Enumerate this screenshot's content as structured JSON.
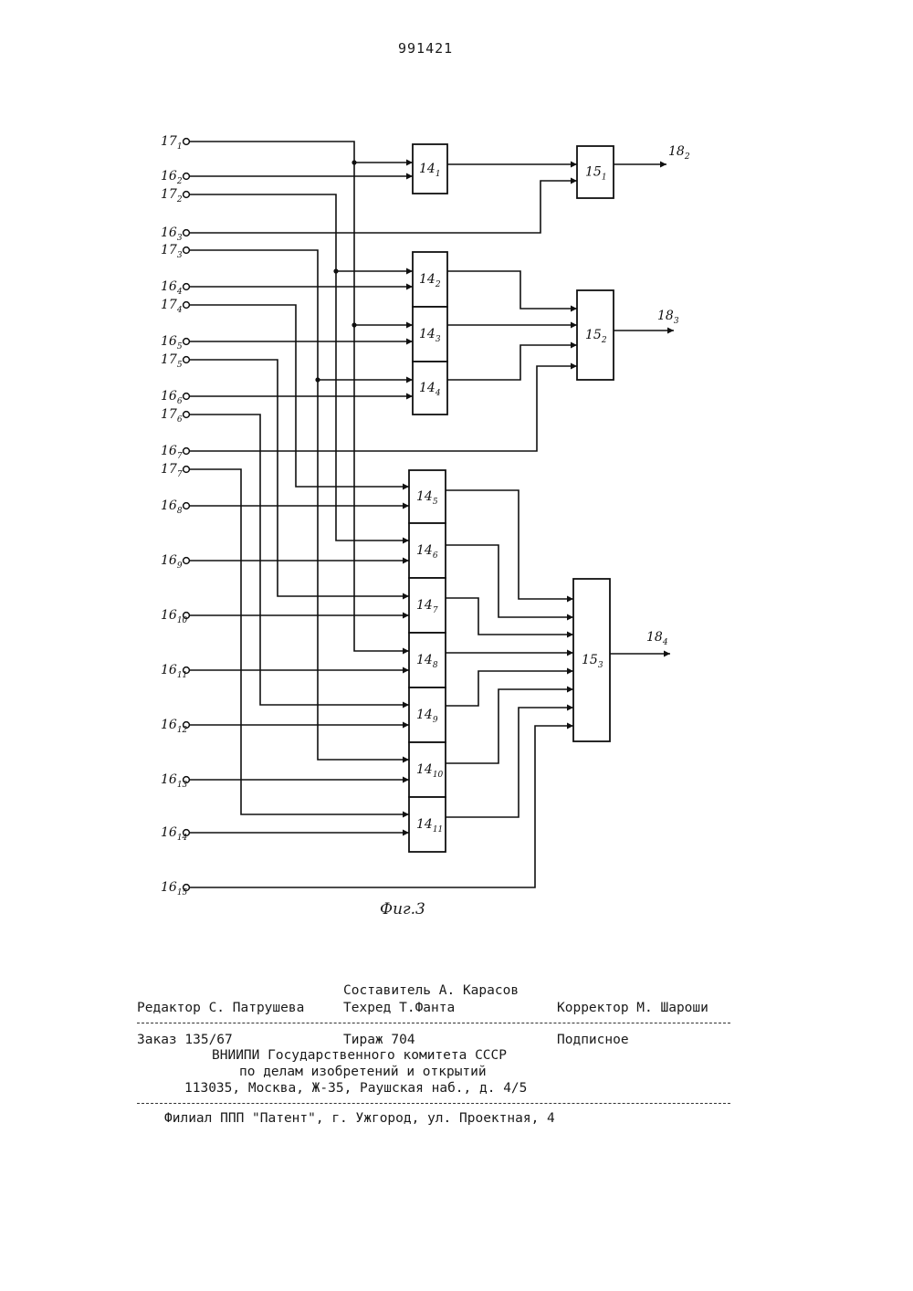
{
  "header": {
    "patent_number": "991421"
  },
  "figure": {
    "caption": "Фиг.3",
    "inputs": [
      {
        "main": "17",
        "sub": "1"
      },
      {
        "main": "16",
        "sub": "2"
      },
      {
        "main": "17",
        "sub": "2"
      },
      {
        "main": "16",
        "sub": "3"
      },
      {
        "main": "17",
        "sub": "3"
      },
      {
        "main": "16",
        "sub": "4"
      },
      {
        "main": "17",
        "sub": "4"
      },
      {
        "main": "16",
        "sub": "5"
      },
      {
        "main": "17",
        "sub": "5"
      },
      {
        "main": "16",
        "sub": "6"
      },
      {
        "main": "17",
        "sub": "6"
      },
      {
        "main": "16",
        "sub": "7"
      },
      {
        "main": "17",
        "sub": "7"
      },
      {
        "main": "16",
        "sub": "8"
      },
      {
        "main": "16",
        "sub": "9"
      },
      {
        "main": "16",
        "sub": "10"
      },
      {
        "main": "16",
        "sub": "11"
      },
      {
        "main": "16",
        "sub": "12"
      },
      {
        "main": "16",
        "sub": "13"
      },
      {
        "main": "16",
        "sub": "14"
      },
      {
        "main": "16",
        "sub": "15"
      }
    ],
    "blocks14": [
      {
        "main": "14",
        "sub": "1"
      },
      {
        "main": "14",
        "sub": "2"
      },
      {
        "main": "14",
        "sub": "3"
      },
      {
        "main": "14",
        "sub": "4"
      },
      {
        "main": "14",
        "sub": "5"
      },
      {
        "main": "14",
        "sub": "6"
      },
      {
        "main": "14",
        "sub": "7"
      },
      {
        "main": "14",
        "sub": "8"
      },
      {
        "main": "14",
        "sub": "9"
      },
      {
        "main": "14",
        "sub": "10"
      },
      {
        "main": "14",
        "sub": "11"
      }
    ],
    "blocks15": [
      {
        "main": "15",
        "sub": "1"
      },
      {
        "main": "15",
        "sub": "2"
      },
      {
        "main": "15",
        "sub": "3"
      }
    ],
    "outputs": [
      {
        "main": "18",
        "sub": "2"
      },
      {
        "main": "18",
        "sub": "3"
      },
      {
        "main": "18",
        "sub": "4"
      }
    ]
  },
  "imprint": {
    "compiler": "Составитель А. Карасов",
    "editor": "Редактор С. Патрушева",
    "techred": "Техред Т.Фанта",
    "corrector": "Корректор М. Шароши",
    "order": "Заказ 135/67",
    "circulation": "Тираж 704",
    "subscription": "Подписное",
    "org_line1": "ВНИИПИ Государственного комитета СССР",
    "org_line2": "по делам изобретений и открытий",
    "org_line3": "113035, Москва, Ж-35, Раушская наб., д. 4/5",
    "branch": "Филиал ППП \"Патент\", г. Ужгород, ул. Проектная, 4"
  }
}
